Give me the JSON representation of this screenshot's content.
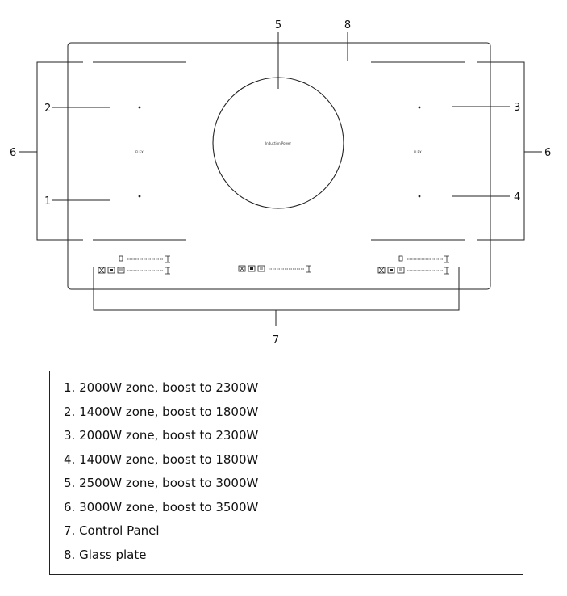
{
  "diagram": {
    "center_zone_label": "Induction Power",
    "flex_left_label": "FLEX",
    "flex_right_label": "FLEX",
    "callouts": {
      "c1": "1",
      "c2": "2",
      "c3": "3",
      "c4": "4",
      "c5": "5",
      "c6_left": "6",
      "c6_right": "6",
      "c7": "7",
      "c8": "8"
    }
  },
  "legend": {
    "items": [
      "1. 2000W zone, boost to 2300W",
      "2. 1400W zone, boost to 1800W",
      "3. 2000W zone, boost to 2300W",
      "4. 1400W zone, boost to 1800W",
      "5. 2500W zone, boost to 3000W",
      "6. 3000W zone, boost to 3500W",
      "7. Control Panel",
      "8. Glass plate"
    ]
  }
}
